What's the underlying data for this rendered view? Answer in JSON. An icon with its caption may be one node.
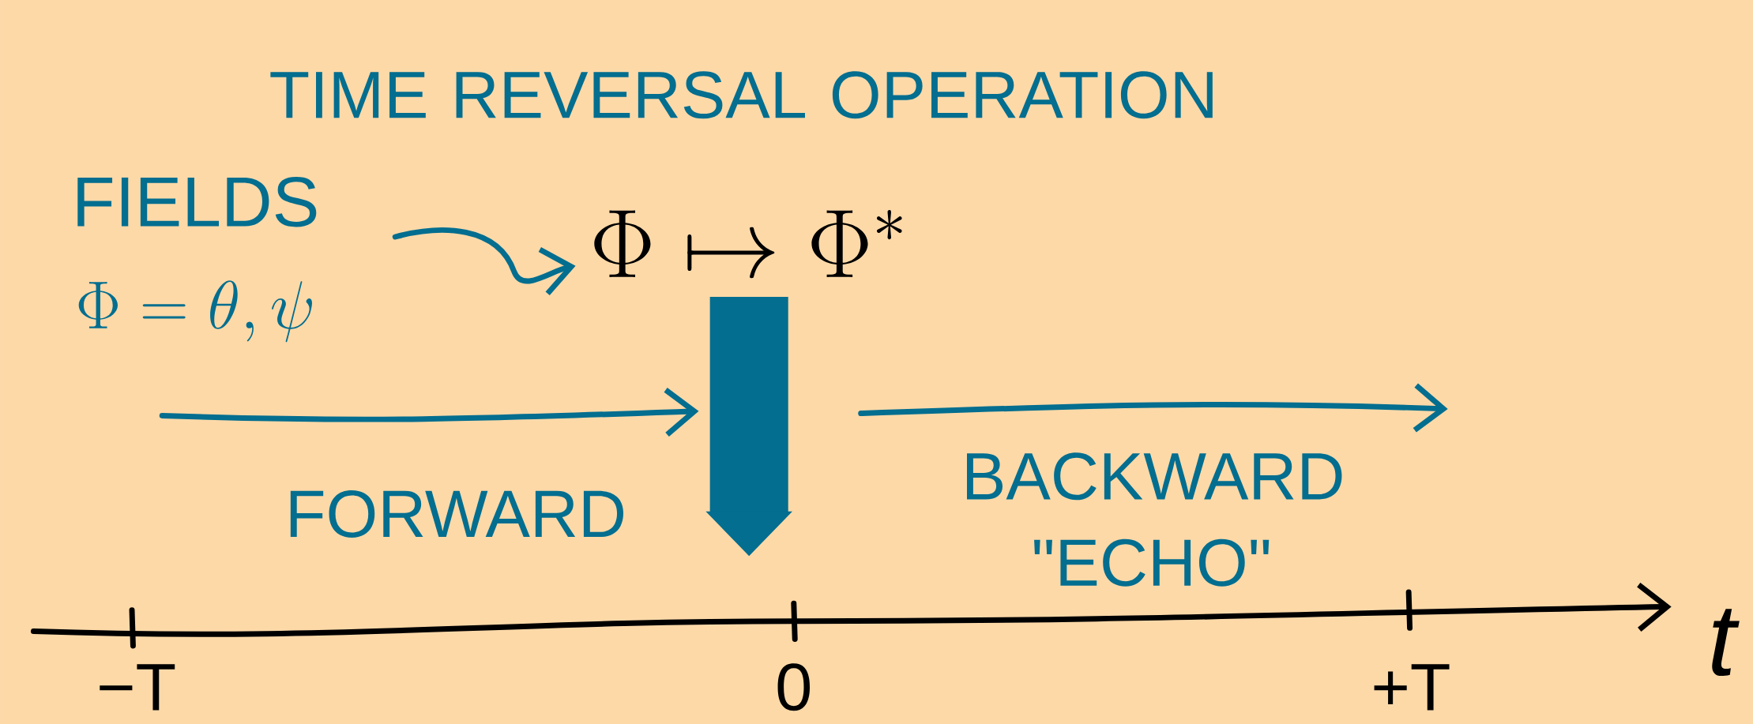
{
  "diagram": {
    "title": "TIME REVERSAL OPERATION",
    "nodes": [
      {
        "text": [
          "FIELDS",
          "\\Phi = \\theta, \\psi"
        ]
      },
      {
        "text": [
          "\\Phi \\mapsto \\Phi^{*}"
        ]
      }
    ],
    "edges": [
      {
        "from": 0,
        "to": 1,
        "arrow": "to"
      },
      {
        "from": 1,
        "to": null,
        "arrow": "to",
        "style": "thick"
      }
    ],
    "labels": [
      "FORWARD",
      "BACKWARD \"ECHO\"",
      "−T",
      "0",
      "+T",
      "t"
    ]
  }
}
